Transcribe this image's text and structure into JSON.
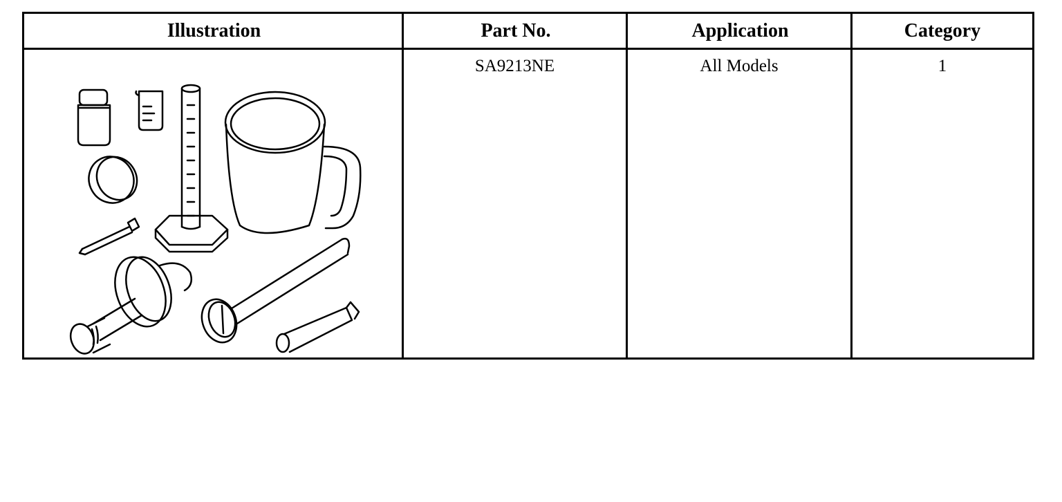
{
  "table": {
    "headers": [
      "Illustration",
      "Part No.",
      "Application",
      "Category"
    ],
    "rows": [
      {
        "illustration_icon": "tool-kit-illustration",
        "part_no": "SA9213NE",
        "application": "All Models",
        "category": "1"
      }
    ]
  }
}
